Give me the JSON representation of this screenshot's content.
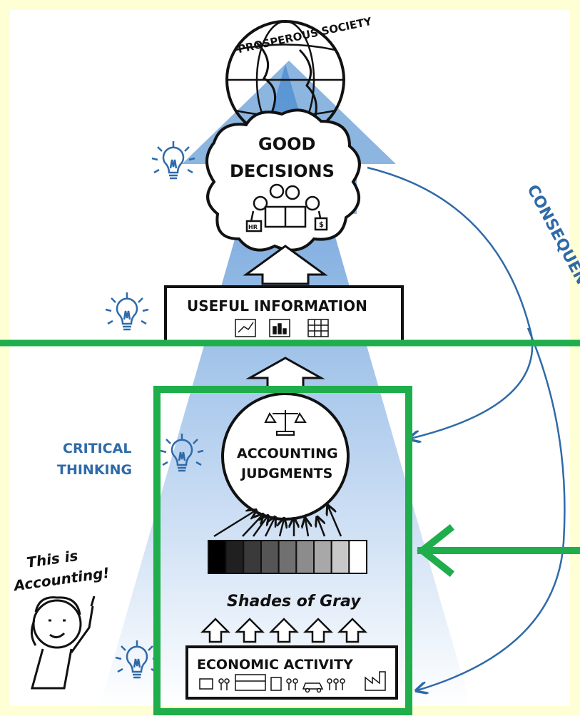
{
  "diagram": {
    "top_label": "PROSPEROUS SOCIETY",
    "good_decisions_line1": "GOOD",
    "good_decisions_line2": "DECISIONS",
    "useful_information": "USEFUL INFORMATION",
    "accounting_judgments_line1": "ACCOUNTING",
    "accounting_judgments_line2": "JUDGMENTS",
    "shades_of_gray": "Shades of Gray",
    "economic_activity": "ECONOMIC ACTIVITY",
    "consequences": "CONSEQUENCES",
    "critical_thinking_line1": "CRITICAL",
    "critical_thinking_line2": "THINKING",
    "speech_line1": "This is",
    "speech_line2": "Accounting!",
    "badge_hr": "HR",
    "badge_dollar": "$"
  },
  "colors": {
    "background": "#ffffd6",
    "beam": "#5b95d3",
    "ink": "#111111",
    "blue_ink": "#2f6aa8",
    "highlight_green": "#1fae4b"
  },
  "shades": [
    "#000000",
    "#202020",
    "#3a3a3a",
    "#555555",
    "#707070",
    "#8c8c8c",
    "#a8a8a8",
    "#c8c8c8",
    "#ffffff"
  ]
}
